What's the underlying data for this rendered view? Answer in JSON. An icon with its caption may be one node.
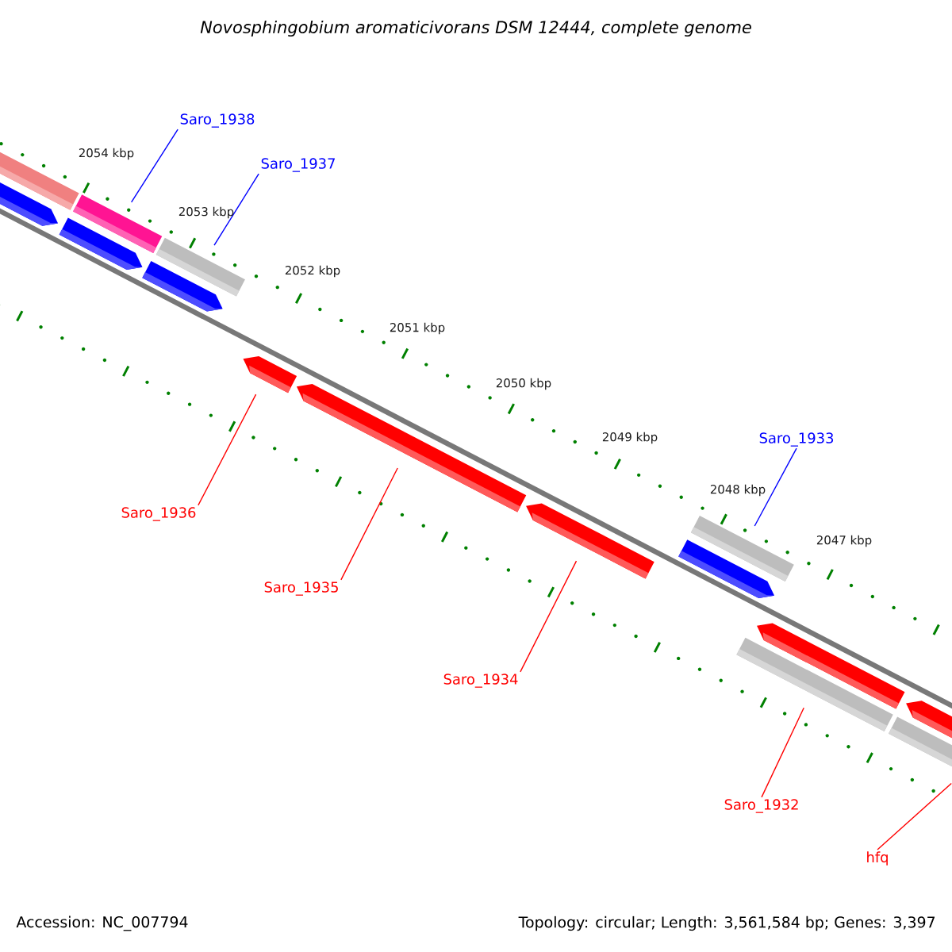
{
  "diagram": {
    "title": "Novosphingobium aromaticivorans DSM 12444, complete genome",
    "nodes": [
      {
        "text": [
          "Saro_1938"
        ]
      },
      {
        "text": [
          "Saro_1937"
        ]
      },
      {
        "text": [
          "Saro_1933"
        ]
      },
      {
        "text": [
          "Saro_1936"
        ]
      },
      {
        "text": [
          "Saro_1935"
        ]
      },
      {
        "text": [
          "Saro_1934"
        ]
      },
      {
        "text": [
          "Saro_1932"
        ]
      },
      {
        "text": [
          "hfq"
        ]
      },
      {
        "text": [],
        "shape": "bar"
      },
      {
        "text": [],
        "shape": "bar"
      },
      {
        "text": [],
        "shape": "bar"
      },
      {
        "text": [],
        "shape": "bar"
      },
      {
        "text": [],
        "shape": "bar"
      },
      {
        "text": [],
        "shape": "bar"
      },
      {
        "text": [],
        "shape": "bar"
      },
      {
        "text": [],
        "shape": "bar"
      }
    ],
    "edges": [
      {
        "from": 0,
        "to": 8,
        "arrow": "none",
        "color": "#0000ff"
      },
      {
        "from": 1,
        "to": 9,
        "arrow": "none",
        "color": "#0000ff"
      },
      {
        "from": 2,
        "to": 10,
        "arrow": "none",
        "color": "#0000ff"
      },
      {
        "from": 3,
        "to": 11,
        "arrow": "none"
      },
      {
        "from": 4,
        "to": 12,
        "arrow": "none"
      },
      {
        "from": 5,
        "to": 13,
        "arrow": "none"
      },
      {
        "from": 6,
        "to": 14,
        "arrow": "none"
      },
      {
        "from": 7,
        "to": 15,
        "arrow": "none"
      }
    ],
    "labels": [
      "2054 kbp",
      "2053 kbp",
      "2052 kbp",
      "2051 kbp",
      "2050 kbp",
      "2049 kbp",
      "2048 kbp",
      "2047 kbp",
      "Accession: NC_007794",
      "Topology: circular; Length: 3,561,584 bp; Genes: 3,397"
    ]
  }
}
